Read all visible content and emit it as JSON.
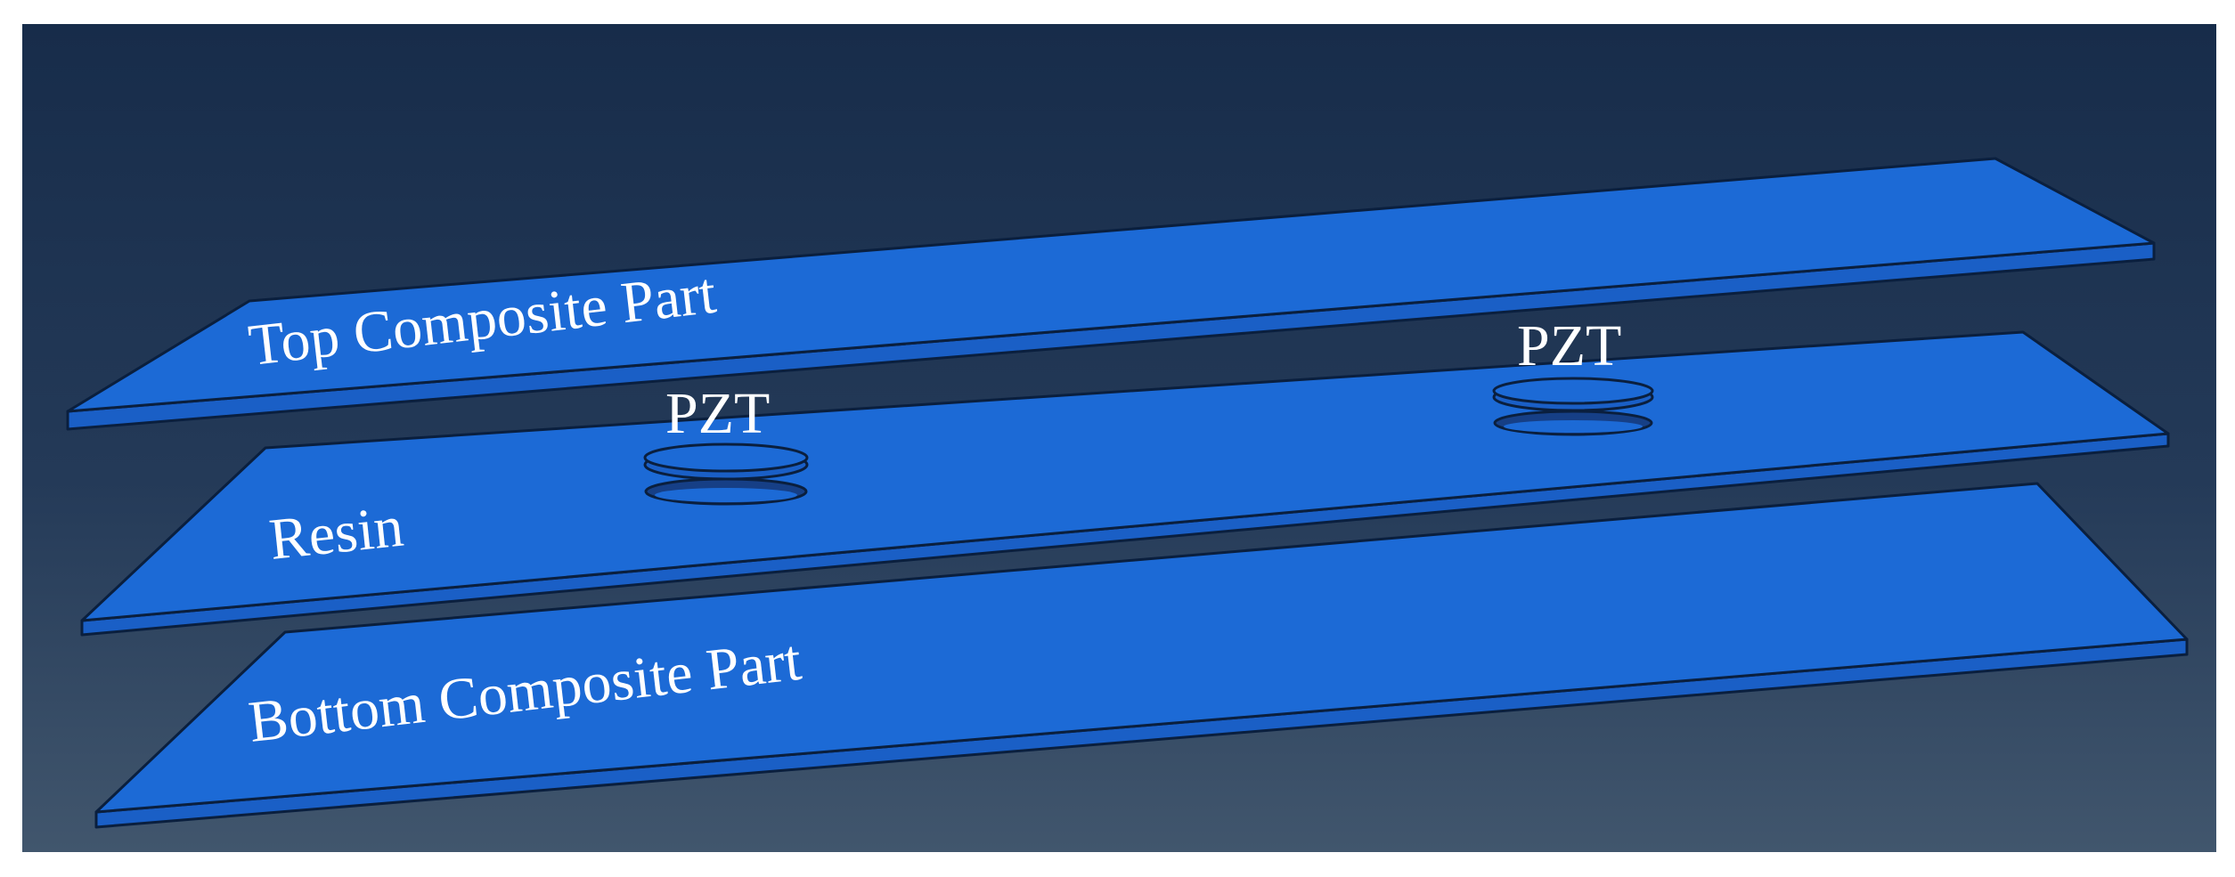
{
  "diagram": {
    "layers": [
      {
        "id": "top",
        "label": "Top Composite Part"
      },
      {
        "id": "resin",
        "label": "Resin"
      },
      {
        "id": "bottom",
        "label": "Bottom Composite Part"
      }
    ],
    "sensors": [
      {
        "id": "pzt-left",
        "label": "PZT"
      },
      {
        "id": "pzt-right",
        "label": "PZT"
      }
    ],
    "colors": {
      "plate_top": "#1c6ad6",
      "plate_side": "#1a5fc6",
      "background_top": "#172c4a",
      "background_bottom": "#41566d",
      "frame": "#ffffff",
      "label": "#ffffff"
    }
  }
}
